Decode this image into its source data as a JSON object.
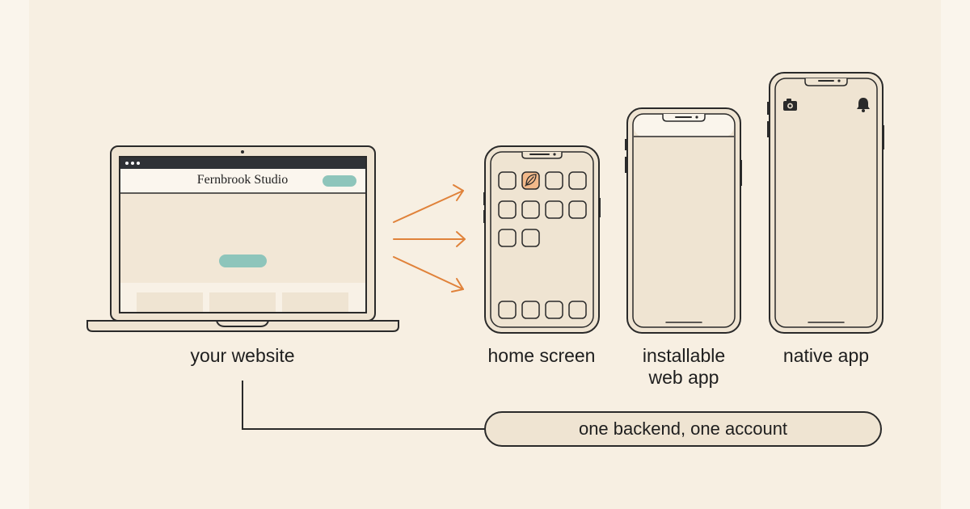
{
  "labels": {
    "website": "your website",
    "home_screen": "home screen",
    "installable": "installable\nweb app",
    "native": "native app"
  },
  "site": {
    "title": "Fernbrook Studio"
  },
  "footer": {
    "pill_text": "one backend, one account"
  },
  "colors": {
    "background": "#faf5ec",
    "panel": "#f7efe2",
    "device_fill": "#efe4d2",
    "outline": "#2a2a2a",
    "accent_teal": "#8ec5bb",
    "accent_orange": "#e0823a",
    "icon_orange_fill": "#f2b98a"
  },
  "icons": [
    "leaf-icon",
    "camera-icon",
    "bell-icon",
    "arrow-icon"
  ]
}
